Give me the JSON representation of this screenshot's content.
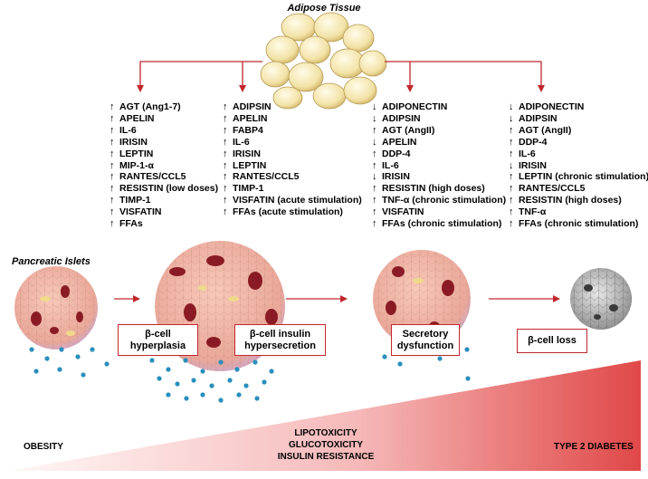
{
  "adipose_title": "Adipose Tissue",
  "islets_title": "Pancreatic Islets",
  "columns": [
    {
      "items": [
        {
          "dir": "↑",
          "text": "AGT (Ang1-7)"
        },
        {
          "dir": "↑",
          "text": "APELIN"
        },
        {
          "dir": "↑",
          "text": "IL-6"
        },
        {
          "dir": "↑",
          "text": "IRISIN"
        },
        {
          "dir": "↑",
          "text": "LEPTIN"
        },
        {
          "dir": "↑",
          "text": "MIP-1-α"
        },
        {
          "dir": "↑",
          "text": "RANTES/CCL5"
        },
        {
          "dir": "↑",
          "text": "RESISTIN (low doses)"
        },
        {
          "dir": "↑",
          "text": "TIMP-1"
        },
        {
          "dir": "↑",
          "text": "VISFATIN"
        },
        {
          "dir": "↑",
          "text": "FFAs"
        }
      ]
    },
    {
      "items": [
        {
          "dir": "↑",
          "text": "ADIPSIN"
        },
        {
          "dir": "↑",
          "text": "APELIN"
        },
        {
          "dir": "↑",
          "text": "FABP4"
        },
        {
          "dir": "↑",
          "text": "IL-6"
        },
        {
          "dir": "↑",
          "text": "IRISIN"
        },
        {
          "dir": "↑",
          "text": "LEPTIN"
        },
        {
          "dir": "↑",
          "text": "RANTES/CCL5"
        },
        {
          "dir": "↑",
          "text": "TIMP-1"
        },
        {
          "dir": "↑",
          "text": "VISFATIN (acute stimulation)"
        },
        {
          "dir": "↑",
          "text": "FFAs (acute stimulation)"
        }
      ]
    },
    {
      "items": [
        {
          "dir": "↓",
          "text": "ADIPONECTIN"
        },
        {
          "dir": "↓",
          "text": "ADIPSIN"
        },
        {
          "dir": "↑",
          "text": "AGT (AngII)"
        },
        {
          "dir": "↓",
          "text": "APELIN"
        },
        {
          "dir": "↑",
          "text": "DDP-4"
        },
        {
          "dir": "↑",
          "text": "IL-6"
        },
        {
          "dir": "↓",
          "text": "IRISIN"
        },
        {
          "dir": "↑",
          "text": "RESISTIN (high doses)"
        },
        {
          "dir": "↑",
          "text": "TNF-α (chronic stimulation)"
        },
        {
          "dir": "↑",
          "text": "VISFATIN"
        },
        {
          "dir": "↑",
          "text": "FFAs (chronic stimulation)"
        }
      ]
    },
    {
      "items": [
        {
          "dir": "↓",
          "text": "ADIPONECTIN"
        },
        {
          "dir": "↓",
          "text": "ADIPSIN"
        },
        {
          "dir": "↑",
          "text": "AGT (AngII)"
        },
        {
          "dir": "↑",
          "text": "DDP-4"
        },
        {
          "dir": "↑",
          "text": "IL-6"
        },
        {
          "dir": "↓",
          "text": "IRISIN"
        },
        {
          "dir": "↑",
          "text": "LEPTIN (chronic stimulation)"
        },
        {
          "dir": "↑",
          "text": "RANTES/CCL5"
        },
        {
          "dir": "↑",
          "text": "RESISTIN (high doses)"
        },
        {
          "dir": "↑",
          "text": "TNF-α"
        },
        {
          "dir": "↑",
          "text": "FFAs (chronic stimulation)"
        }
      ]
    }
  ],
  "stages": {
    "hyperplasia_l1": "β-cell",
    "hyperplasia_l2": "hyperplasia",
    "hypersecretion_l1": "β-cell insulin",
    "hypersecretion_l2": "hypersecretion",
    "secretory_l1": "Secretory",
    "secretory_l2": "dysfunction",
    "loss": "β-cell loss"
  },
  "bottom": {
    "left": "OBESITY",
    "right": "TYPE 2 DIABETES",
    "center": [
      "LIPOTOXICITY",
      "GLUCOTOXICITY",
      "INSULIN RESISTANCE"
    ]
  },
  "colors": {
    "accent_red": "#c0272d",
    "adipocyte": "#f3e3a8",
    "islet_pink": "#e9a7a0",
    "insulin_dot": "#2a8fbd",
    "ramp_light": "#fff5f5",
    "ramp_dark": "#e04848"
  }
}
